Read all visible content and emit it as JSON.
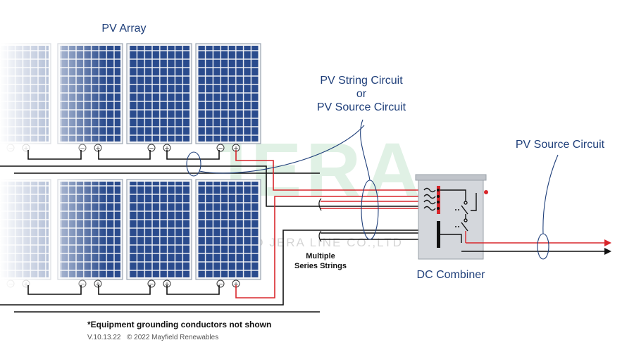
{
  "labels": {
    "pv_array": "PV Array",
    "string_circuit_line1": "PV String Circuit",
    "string_circuit_line2": "or",
    "string_circuit_line3": "PV Source Circuit",
    "source_circuit": "PV Source Circuit",
    "multiple_line1": "Multiple",
    "multiple_line2": "Series Strings",
    "dc_combiner": "DC Combiner",
    "footnote": "*Equipment grounding conductors not shown",
    "version": "V.10.13.22",
    "copyright": "© 2022 Mayfield Renewables"
  },
  "watermark": {
    "logo_text": "JERA",
    "company_text": "YAO JERA LINE CO.,LTD"
  },
  "terminals": {
    "negative": "−",
    "positive": "+"
  },
  "colors": {
    "label_blue": "#1f3f7a",
    "panel_blue": "#24427f",
    "positive_wire": "#d8262b",
    "negative_wire": "#111111",
    "combiner_box": "#d4d7dc",
    "watermark_green": "#3fa860"
  }
}
